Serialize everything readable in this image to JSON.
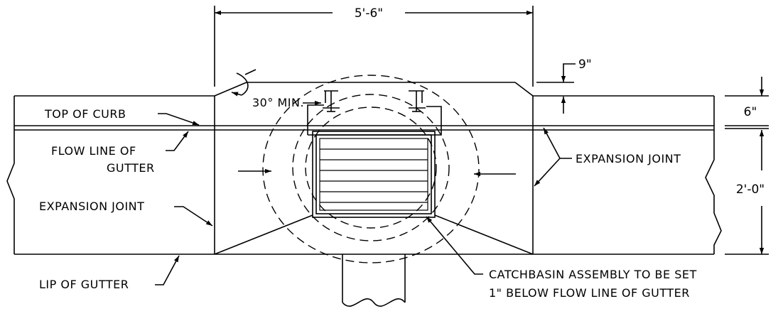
{
  "dimensions": {
    "width_label": "5'-6\"",
    "raise_label": "9\"",
    "curb_height_label": "6\"",
    "gutter_width_label": "2'-0\""
  },
  "labels": {
    "top_of_curb": "TOP OF CURB",
    "flow_line_1": "FLOW LINE OF",
    "flow_line_2": "GUTTER",
    "expansion_joint_left": "EXPANSION JOINT",
    "expansion_joint_right": "EXPANSION JOINT",
    "lip_of_gutter": "LIP OF GUTTER",
    "angle": "30° MIN.",
    "catchbasin_1": "CATCHBASIN ASSEMBLY TO BE SET",
    "catchbasin_2": "1\" BELOW FLOW LINE OF GUTTER"
  }
}
